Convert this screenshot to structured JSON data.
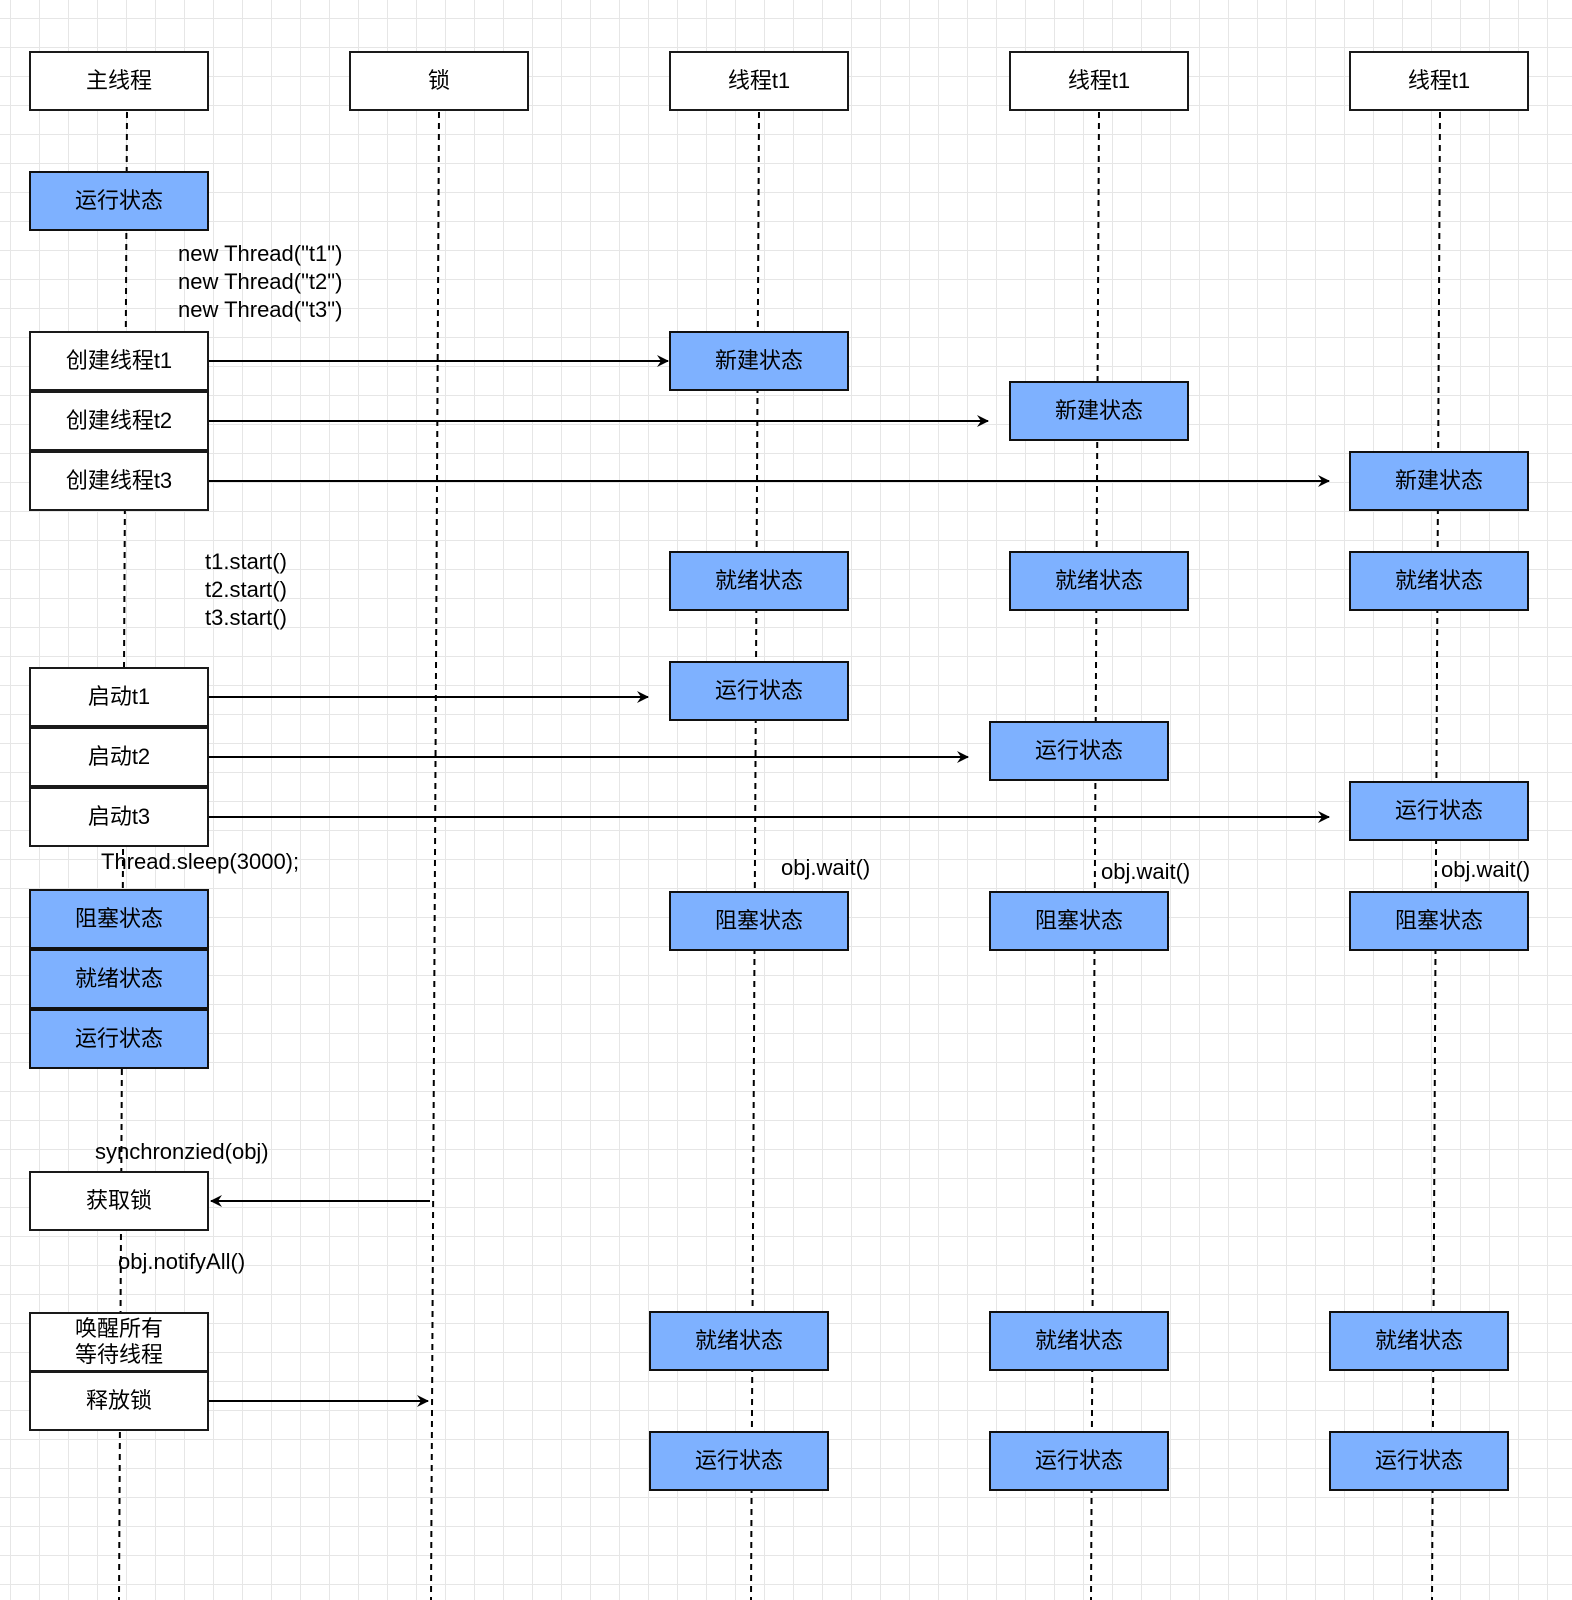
{
  "lanes": {
    "main": "主线程",
    "lock": "锁",
    "thread_a": "线程t1",
    "thread_b": "线程t1",
    "thread_c": "线程t1"
  },
  "states": {
    "new": "新建状态",
    "ready": "就绪状态",
    "running": "运行状态",
    "blocked": "阻塞状态"
  },
  "main_steps": {
    "create_t1": "创建线程t1",
    "create_t2": "创建线程t2",
    "create_t3": "创建线程t3",
    "start_t1": "启动t1",
    "start_t2": "启动t2",
    "start_t3": "启动t3",
    "acquire_lock": "获取锁",
    "wake_all_line1": "唤醒所有",
    "wake_all_line2": "等待线程",
    "release_lock": "释放锁"
  },
  "annotations": {
    "new_thread_1": "new Thread(\"t1\")",
    "new_thread_2": "new Thread(\"t2\")",
    "new_thread_3": "new Thread(\"t3\")",
    "start_1": "t1.start()",
    "start_2": "t2.start()",
    "start_3": "t3.start()",
    "sleep": "Thread.sleep(3000);",
    "wait_a": "obj.wait()",
    "wait_b": "obj.wait()",
    "wait_c": "obj.wait()",
    "sync": "synchronzied(obj)",
    "notify": "obj.notifyAll()"
  },
  "colors": {
    "state_fill": "#7eb1ff",
    "border": "#1a1a1a",
    "grid": "#e6e6e6"
  }
}
